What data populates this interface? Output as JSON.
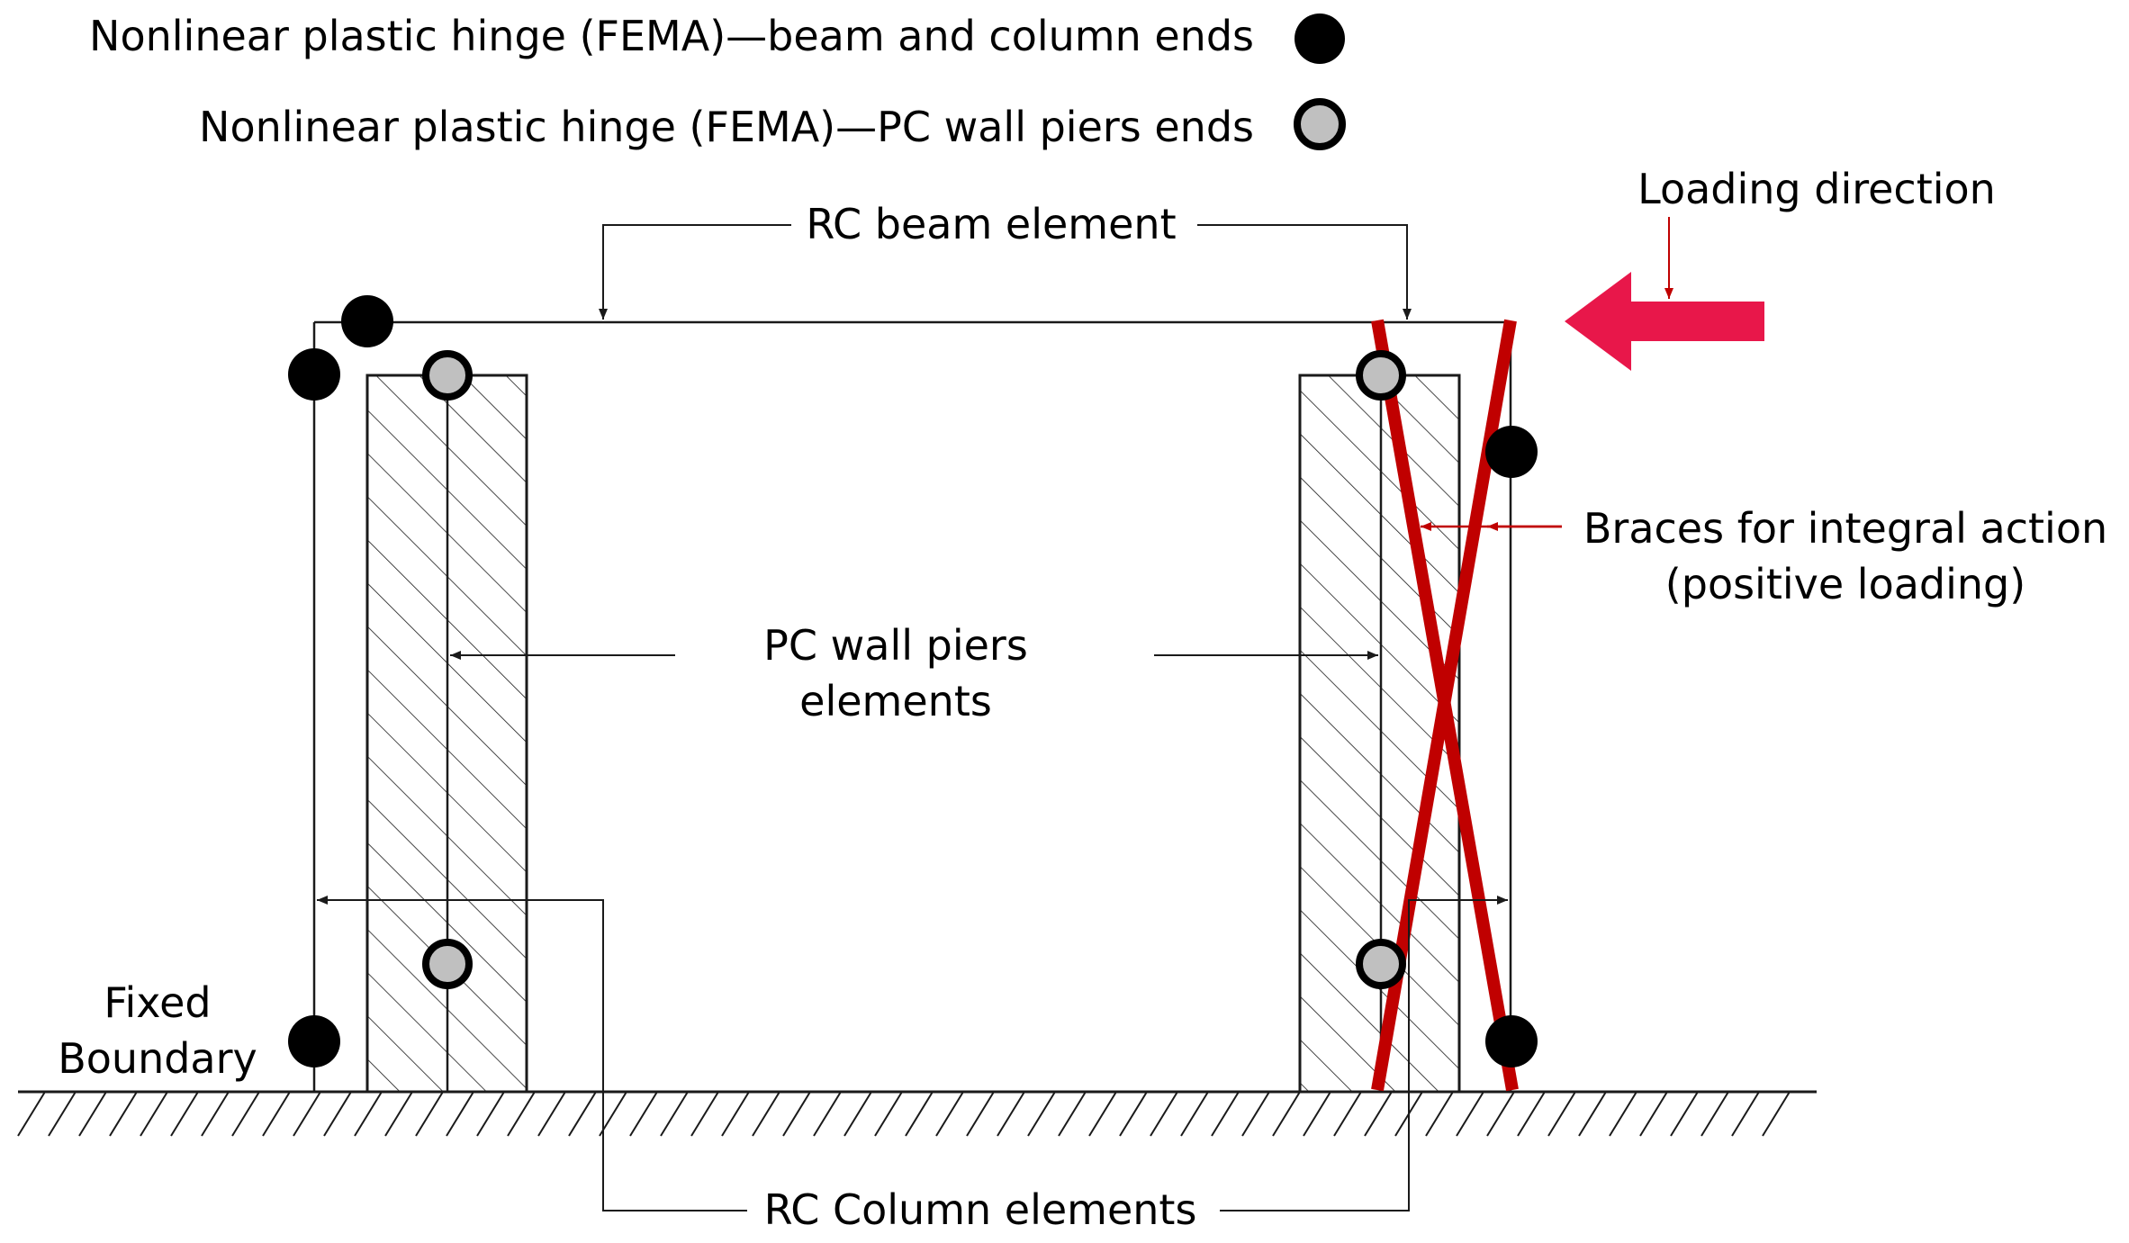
{
  "legend": {
    "beam_column_hinge": "Nonlinear plastic hinge (FEMA)—beam and column ends",
    "wall_pier_hinge": "Nonlinear plastic hinge (FEMA)—PC wall piers ends"
  },
  "labels": {
    "rc_beam": "RC beam element",
    "loading_direction": "Loading direction",
    "braces_line1": "Braces for integral action",
    "braces_line2": "(positive loading)",
    "pc_wall_line1": "PC wall piers",
    "pc_wall_line2": "elements",
    "fixed_line1": "Fixed",
    "fixed_line2": "Boundary",
    "rc_column": "RC Column elements"
  },
  "colors": {
    "line": "#1a1a1a",
    "hinge_black": "#000000",
    "hinge_gray": "#c0c0c0",
    "brace": "#c00000",
    "load_arrow": "#e8174a"
  },
  "icons": {
    "legend_black": "filled-black-circle",
    "legend_gray": "gray-circle-black-ring",
    "load": "left-arrow"
  }
}
